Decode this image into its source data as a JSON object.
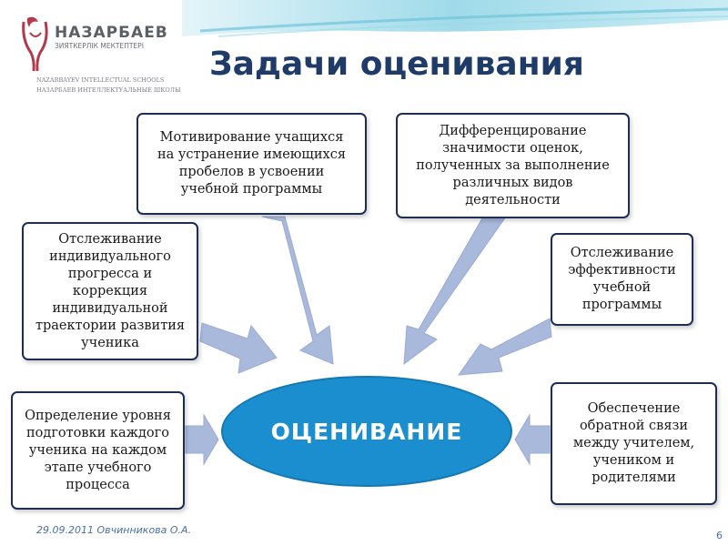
{
  "logo": {
    "line1": "НАЗАРБАЕВ",
    "line2": "ЗИЯТКЕРЛІК МЕКТЕПТЕРІ",
    "line3": "NAZARBAYEV INTELLECTUAL SCHOOLS",
    "line4": "НАЗАРБАЕВ ИНТЕЛЛЕКТУАЛЬНЫЕ ШКОЛЫ"
  },
  "title": "Задачи оценивания",
  "center": "ОЦЕНИВАНИЕ",
  "boxes": {
    "motivation": "Мотивирование  учащихся\nна устранение имеющихся\nпробелов в усвоении\nучебной программы",
    "differentiation": "Дифференцирование\nзначимости оценок,\nполученных за выполнение\nразличных видов\nдеятельности",
    "tracking_progress": "Отслеживание\nиндивидуального\nпрогресса и\nкоррекция\nиндивидуальной\nтраектории развития\nученика",
    "tracking_effectiveness": "Отслеживание\nэффективности\nучебной\nпрограммы",
    "level": "Определение уровня\nподготовки каждого\nученика на каждом\nэтапе учебного\nпроцесса",
    "feedback": "Обеспечение\nобратной связи\nмежду учителем,\nучеником и\nродителями"
  },
  "footer": {
    "date_author": "29.09.2011 Овчинникова О.А.",
    "page": "6"
  },
  "colors": {
    "title": "#1f3c68",
    "ellipse": "#1b8ed0",
    "arrow": "#a9b9dc",
    "border": "#1d2e55"
  }
}
